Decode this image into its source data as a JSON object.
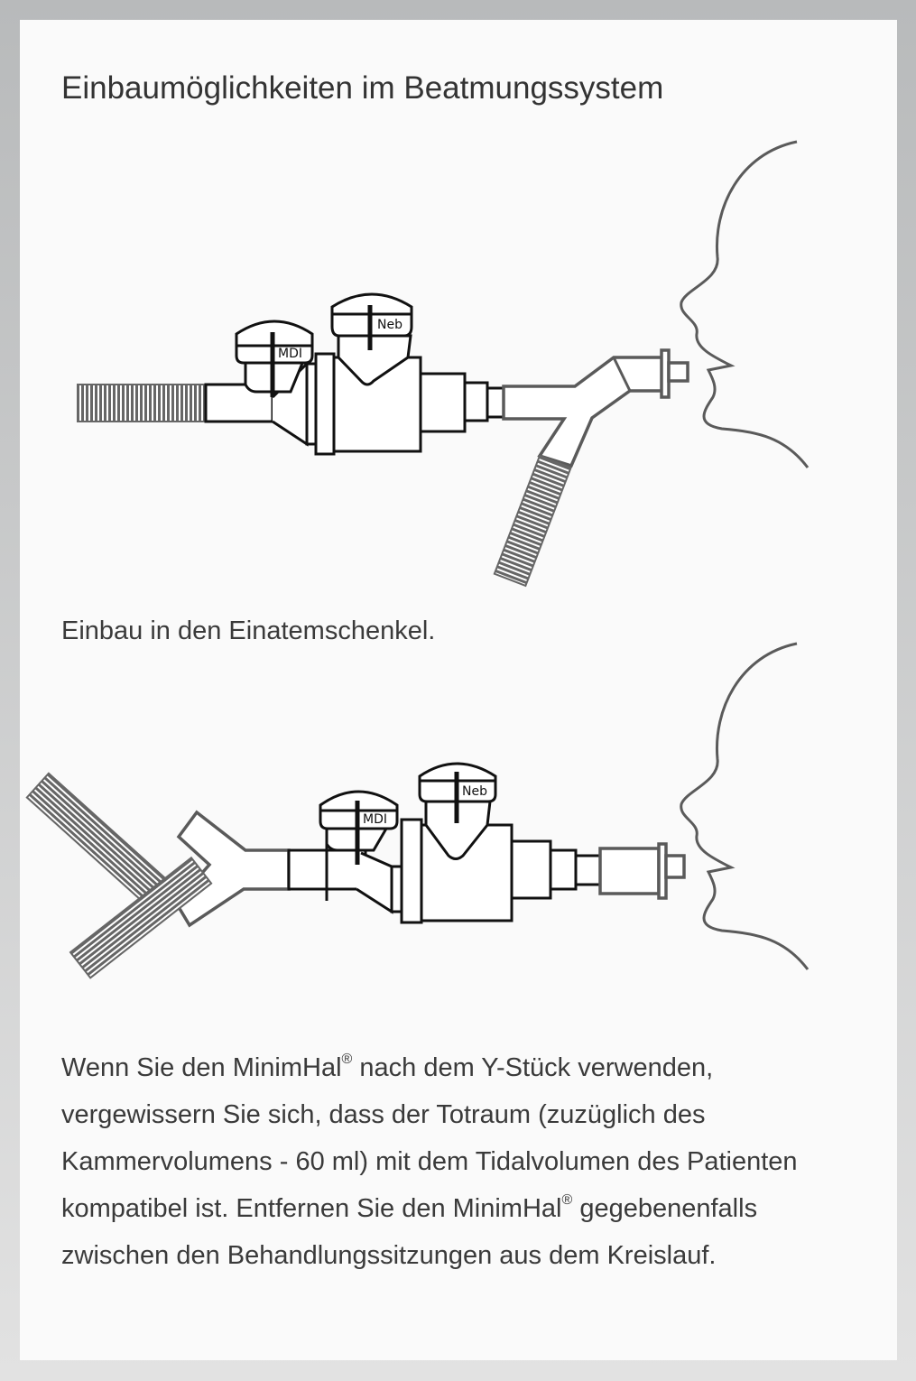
{
  "title": "Einbaumöglichkeiten im Beatmungssystem",
  "figure1": {
    "mdi_label": "MDI",
    "neb_label": "Neb"
  },
  "caption1": "Einbau in den Einatemschenkel.",
  "figure2": {
    "mdi_label": "MDI",
    "neb_label": "Neb"
  },
  "paragraph": {
    "part1": "Wenn Sie den MinimHal",
    "reg1": "®",
    "part2": " nach dem Y-Stück verwenden, vergewissern Sie sich, dass der Totraum (zuzüglich des Kammervolumens - 60 ml) mit dem Tidalvolumen des Patienten kompatibel ist. Entfernen Sie den MinimHal",
    "reg2": "®",
    "part3": " gegebenenfalls zwischen den Behandlungssitzungen aus dem Kreislauf."
  }
}
